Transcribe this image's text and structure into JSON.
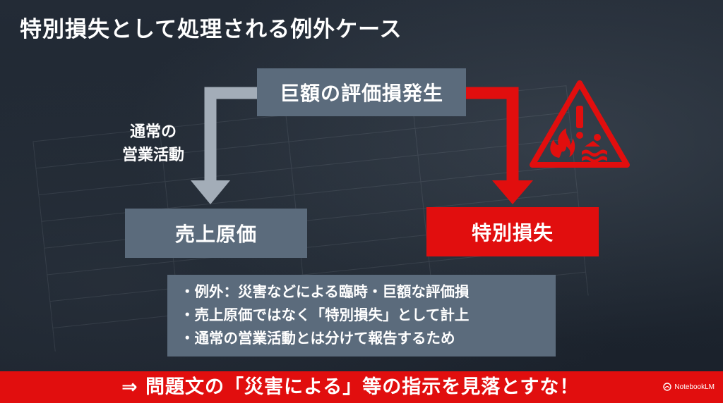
{
  "title": "特別損失として処理される例外ケース",
  "flow": {
    "start": "巨額の評価損発生",
    "normal_label_line1": "通常の",
    "normal_label_line2": "営業活動",
    "normal_result": "売上原価",
    "exception_result": "特別損失"
  },
  "icons": {
    "warning": "warning-triangle-icon",
    "fire": "fire-icon",
    "flood": "flood-icon"
  },
  "bullets": [
    "・例外：災害などによる臨時・巨額な評価損",
    "・売上原価ではなく「特別損失」として計上",
    "・通常の営業活動とは分けて報告するため"
  ],
  "banner": "⇒ 問題文の「災害による」等の指示を見落とすな！",
  "watermark": "NotebookLM",
  "colors": {
    "accent_red": "#e10e0e",
    "box_gray": "#5b6b7c",
    "background": "#1f2731",
    "arrow_gray": "#a3adb8"
  }
}
